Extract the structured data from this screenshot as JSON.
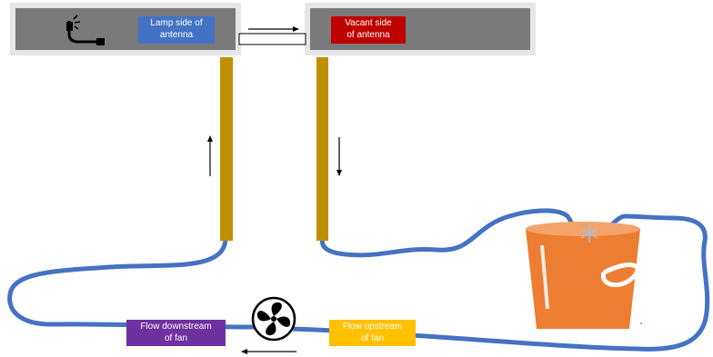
{
  "labels": {
    "lamp_side": [
      "Lamp side of",
      "antenna"
    ],
    "vacant_side": [
      "Vacant side",
      "of antenna"
    ],
    "flow_downstream": [
      "Flow downstream",
      "of fan"
    ],
    "flow_upstream": [
      "Flow upstream",
      "of fan"
    ]
  },
  "colors": {
    "antenna_box": "#7a7a7a",
    "antenna_border": "#e8e8e8",
    "lamp_label": "#4472c4",
    "vacant_label": "#c00000",
    "downstream_label": "#7030a0",
    "upstream_label": "#ffc000",
    "rod": "#bf8f00",
    "tube": "#4472c4",
    "bucket": "#ed7d31"
  },
  "icons": {
    "lamp": "lamp-plug-icon",
    "fan": "fan-icon",
    "bucket": "ice-bucket-icon",
    "snowflake": "snowflake-icon"
  }
}
